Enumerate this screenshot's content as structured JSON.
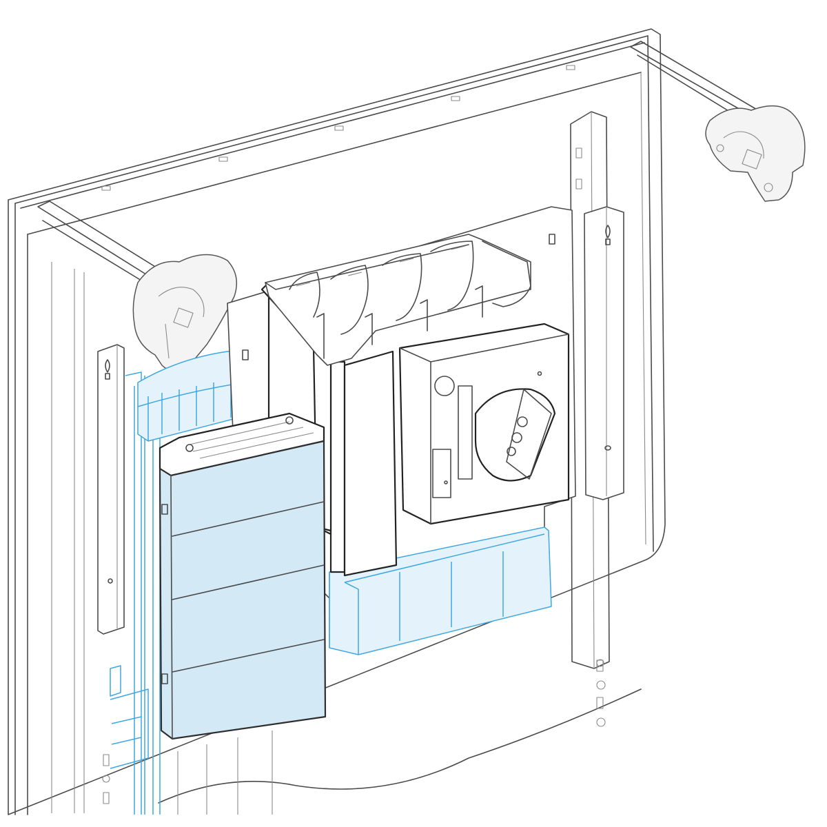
{
  "diagram": {
    "parts": [
      "enclosure-panel",
      "left-mounting-upright",
      "right-mounting-upright",
      "top-hinge-bracket-left",
      "top-hinge-bracket-right",
      "backplate",
      "busbar-cover-upper",
      "busbar-cover-lower",
      "switch-disconnector",
      "rotary-handle",
      "terminal-shield-blue",
      "vertical-busbars-blue",
      "busbar-insulating-support"
    ],
    "colors": {
      "line": "#4a4a4a",
      "accent_blue": "#3fa7e0",
      "cover_fill": "#d3e9f6",
      "background": "#ffffff"
    }
  }
}
